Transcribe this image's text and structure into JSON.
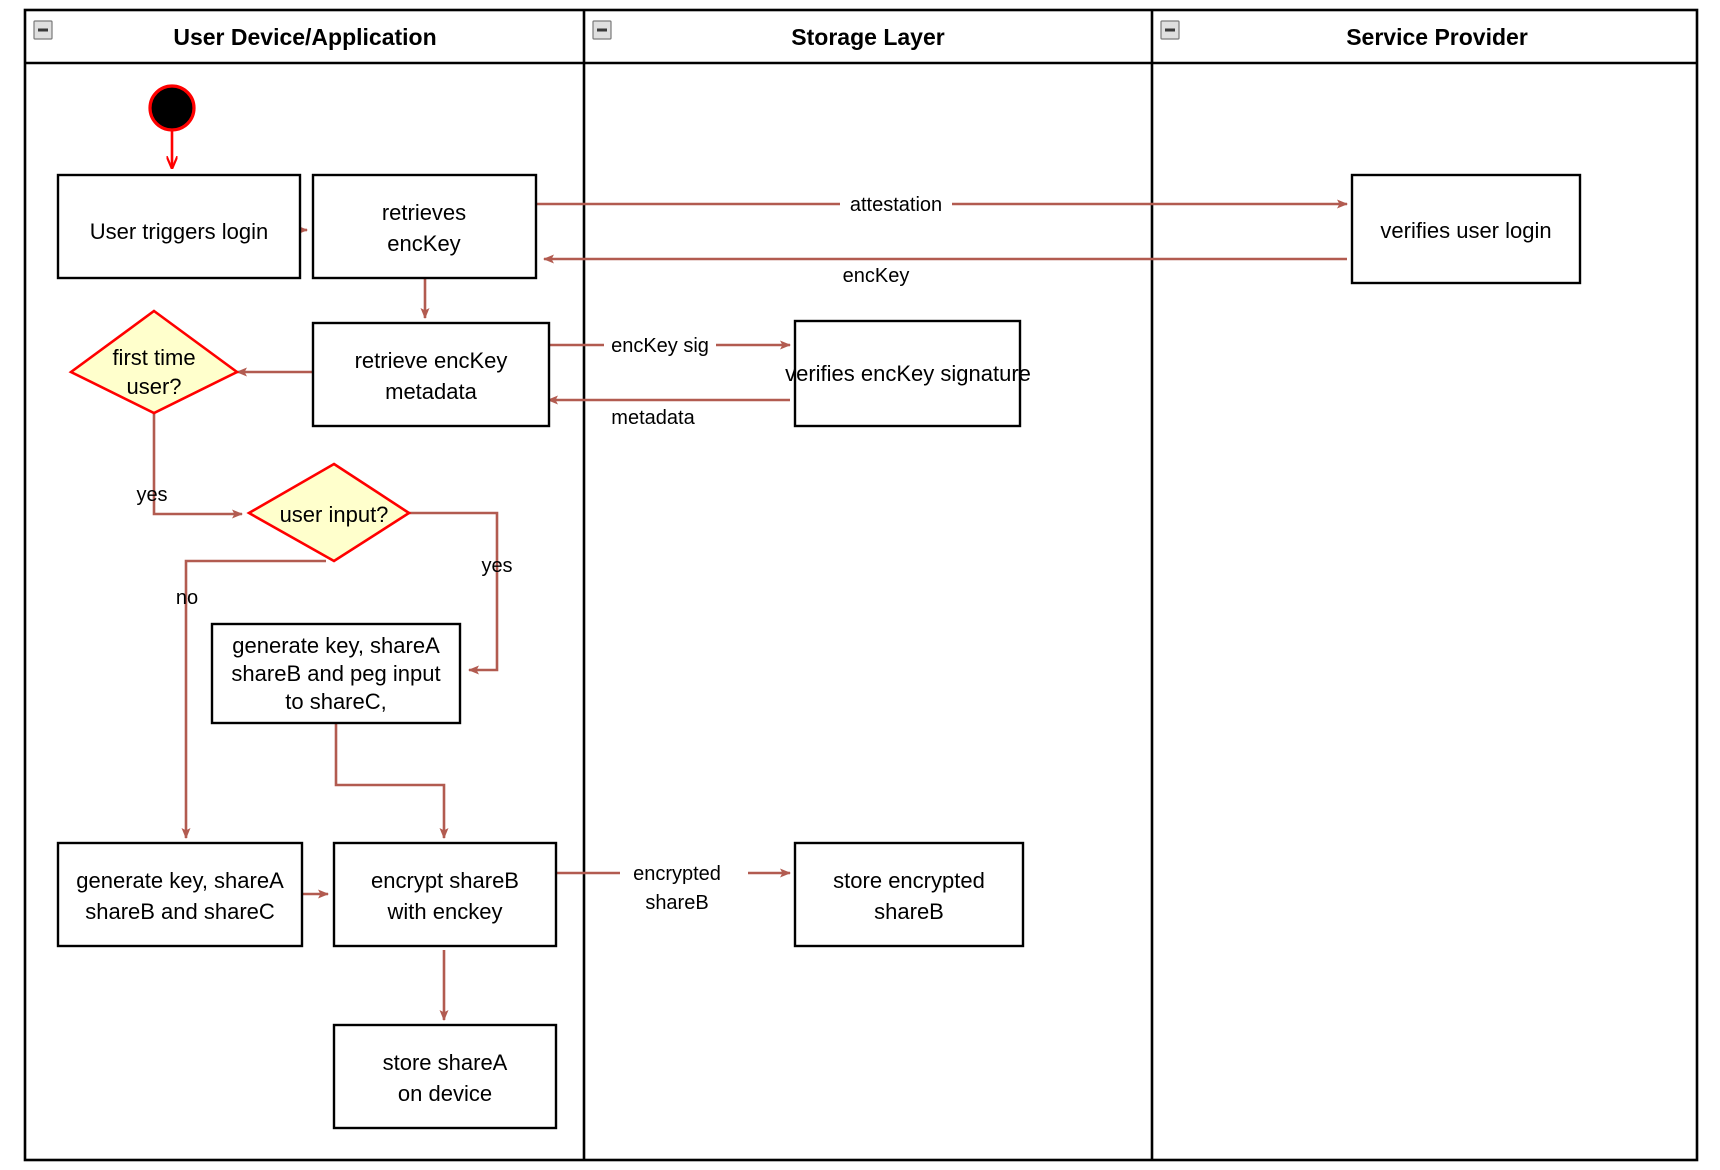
{
  "diagram": {
    "type": "uml-activity-swimlane",
    "title": "Login and key-share provisioning activity diagram",
    "background": "#ffffff",
    "colors": {
      "flow_arrow": "#b25b50",
      "start_node_border": "#ff0000",
      "start_node_fill": "#000000",
      "decision_fill": "#ffffcc",
      "decision_border": "#ff0000",
      "box_border": "#000000",
      "box_fill": "#ffffff",
      "frame": "#000000"
    }
  },
  "lanes": [
    {
      "id": "lane-user-device",
      "label": "User Device/Application",
      "icon": "collapse-icon"
    },
    {
      "id": "lane-storage",
      "label": "Storage Layer",
      "icon": "collapse-icon"
    },
    {
      "id": "lane-service-provider",
      "label": "Service Provider",
      "icon": "collapse-icon"
    }
  ],
  "nodes": {
    "start": {
      "kind": "initial-node",
      "label": ""
    },
    "user_triggers_login": {
      "kind": "action",
      "label_lines": [
        "User triggers login"
      ],
      "lane": "lane-user-device"
    },
    "retrieves_enckey": {
      "kind": "action",
      "label_lines": [
        "retrieves",
        "encKey"
      ],
      "lane": "lane-user-device"
    },
    "verifies_user_login": {
      "kind": "action",
      "label_lines": [
        "verifies user login"
      ],
      "lane": "lane-service-provider"
    },
    "retrieve_enckey_metadata": {
      "kind": "action",
      "label_lines": [
        "retrieve encKey",
        "metadata"
      ],
      "lane": "lane-user-device"
    },
    "verifies_enckey_signature": {
      "kind": "action",
      "label_lines": [
        "verifies encKey signature"
      ],
      "lane": "lane-storage"
    },
    "first_time_user": {
      "kind": "decision",
      "label_lines": [
        "first time",
        "user?"
      ],
      "lane": "lane-user-device"
    },
    "user_input": {
      "kind": "decision",
      "label_lines": [
        "user input?"
      ],
      "lane": "lane-user-device"
    },
    "generate_peg": {
      "kind": "action",
      "label_lines": [
        "generate key, shareA",
        "shareB and peg input",
        "to shareC,"
      ],
      "lane": "lane-user-device"
    },
    "generate_shares": {
      "kind": "action",
      "label_lines": [
        "generate key, shareA",
        "shareB and shareC"
      ],
      "lane": "lane-user-device"
    },
    "encrypt_shareb": {
      "kind": "action",
      "label_lines": [
        "encrypt shareB",
        "with enckey"
      ],
      "lane": "lane-user-device"
    },
    "store_encrypted_shareb": {
      "kind": "action",
      "label_lines": [
        "store encrypted",
        "shareB"
      ],
      "lane": "lane-storage"
    },
    "store_sharea": {
      "kind": "action",
      "label_lines": [
        "store shareA",
        "on device"
      ],
      "lane": "lane-user-device"
    }
  },
  "edge_labels": {
    "attestation": "attestation",
    "enckey": "encKey",
    "enckey_sig": "encKey sig",
    "metadata": "metadata",
    "first_time_yes": "yes",
    "user_input_yes": "yes",
    "user_input_no": "no",
    "encrypted_line1": "encrypted",
    "encrypted_line2": "shareB"
  }
}
